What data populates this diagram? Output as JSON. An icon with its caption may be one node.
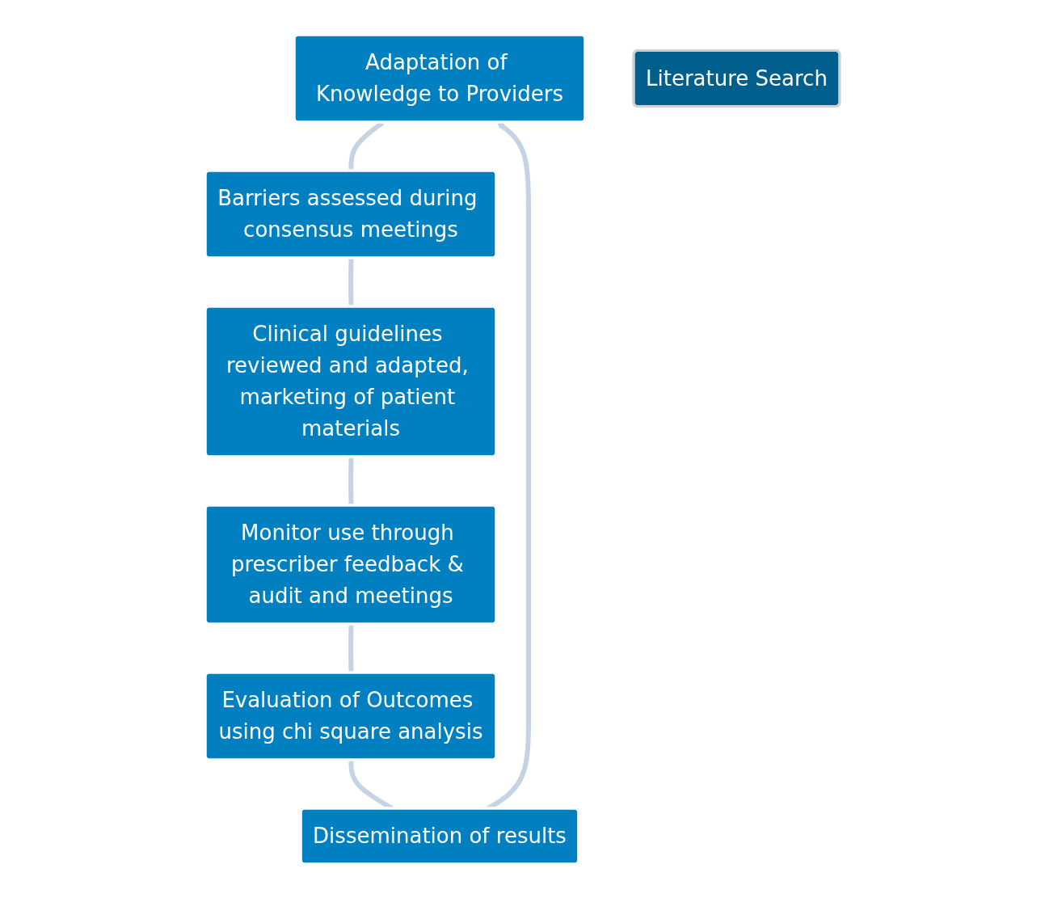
{
  "diagram": {
    "nodes": [
      {
        "text": [
          "Adaptation of Knowledge to Providers"
        ]
      },
      {
        "text": [
          "Barriers assessed during consensus meetings"
        ]
      },
      {
        "text": [
          "Clinical guidelines reviewed and adapted, marketing of patient materials"
        ]
      },
      {
        "text": [
          "Monitor use through prescriber feedback & audit and meetings"
        ]
      },
      {
        "text": [
          "Evaluation of Outcomes using chi square analysis"
        ]
      },
      {
        "text": [
          "Dissemination of results"
        ]
      },
      {
        "text": [
          "Literature Search"
        ]
      }
    ],
    "edges": [
      {
        "from": 0,
        "to": 1,
        "arrow": "none"
      },
      {
        "from": 1,
        "to": 2,
        "arrow": "none"
      },
      {
        "from": 2,
        "to": 3,
        "arrow": "none"
      },
      {
        "from": 3,
        "to": 4,
        "arrow": "none"
      },
      {
        "from": 4,
        "to": 5,
        "arrow": "none"
      },
      {
        "from": 5,
        "to": 0,
        "arrow": "to"
      }
    ]
  }
}
